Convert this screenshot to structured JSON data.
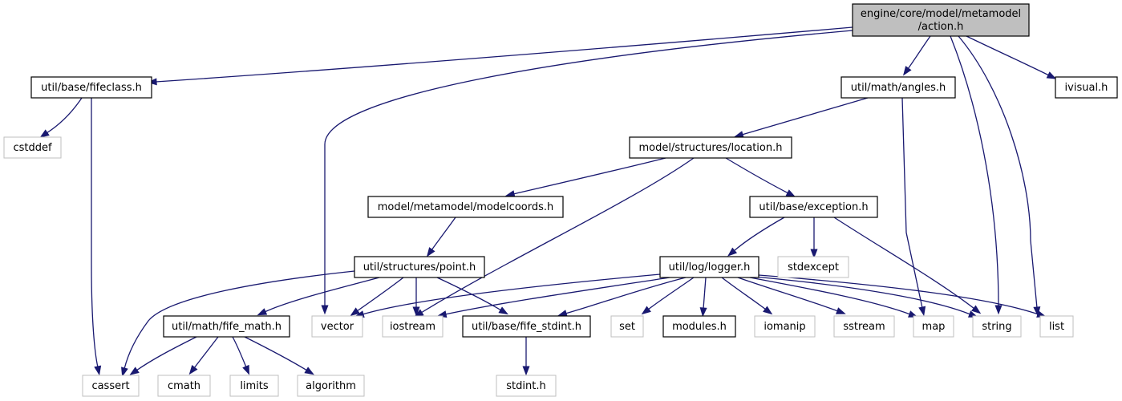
{
  "graph": {
    "root": {
      "line1": "engine/core/model/metamodel",
      "line2": "/action.h"
    },
    "nodes": {
      "fifeclass": "util/base/fifeclass.h",
      "angles": "util/math/angles.h",
      "ivisual": "ivisual.h",
      "cstddef": "cstddef",
      "location": "model/structures/location.h",
      "modelcoords": "model/metamodel/modelcoords.h",
      "exception": "util/base/exception.h",
      "point": "util/structures/point.h",
      "logger": "util/log/logger.h",
      "stdexcept": "stdexcept",
      "fife_math": "util/math/fife_math.h",
      "vector": "vector",
      "iostream": "iostream",
      "fife_stdint": "util/base/fife_stdint.h",
      "set": "set",
      "modules": "modules.h",
      "iomanip": "iomanip",
      "sstream": "sstream",
      "map": "map",
      "string": "string",
      "list": "list",
      "cassert": "cassert",
      "cmath": "cmath",
      "limits": "limits",
      "algorithm": "algorithm",
      "stdint": "stdint.h"
    }
  },
  "colors": {
    "edge": "#191970",
    "root_fill": "#bfbfbf",
    "system_border": "#bfbfbf",
    "project_border": "#000000"
  }
}
